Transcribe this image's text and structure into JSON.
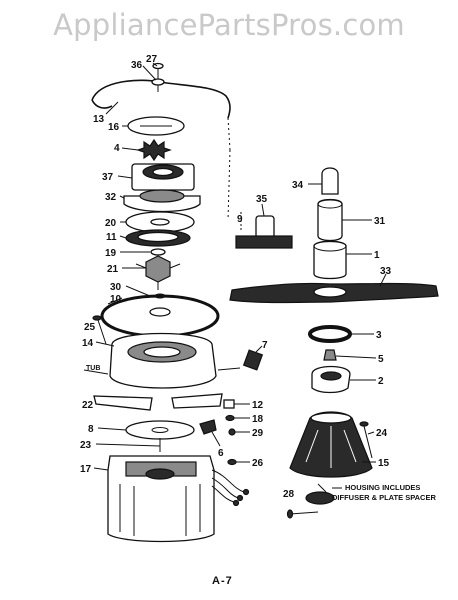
{
  "watermark": "AppliancePartsPros.com",
  "page_label": "A-7",
  "note": {
    "line1": "HOUSING INCLUDES",
    "line2": "DIFFUSER & PLATE SPACER"
  },
  "tub_label": "TUB",
  "callouts": {
    "c1": "1",
    "c2": "2",
    "c3": "3",
    "c4": "4",
    "c5": "5",
    "c6": "6",
    "c7": "7",
    "c8": "8",
    "c9": "9",
    "c10": "10",
    "c11": "11",
    "c12": "12",
    "c13": "13",
    "c14": "14",
    "c15": "15",
    "c16": "16",
    "c17": "17",
    "c18": "18",
    "c19": "19",
    "c20": "20",
    "c21": "21",
    "c22": "22",
    "c23": "23",
    "c24": "24",
    "c25": "25",
    "c26": "26",
    "c27": "27",
    "c28": "28",
    "c29": "29",
    "c30": "30",
    "c31": "31",
    "c32": "32",
    "c33": "33",
    "c34": "34",
    "c35": "35",
    "c36": "36",
    "c37": "37"
  }
}
